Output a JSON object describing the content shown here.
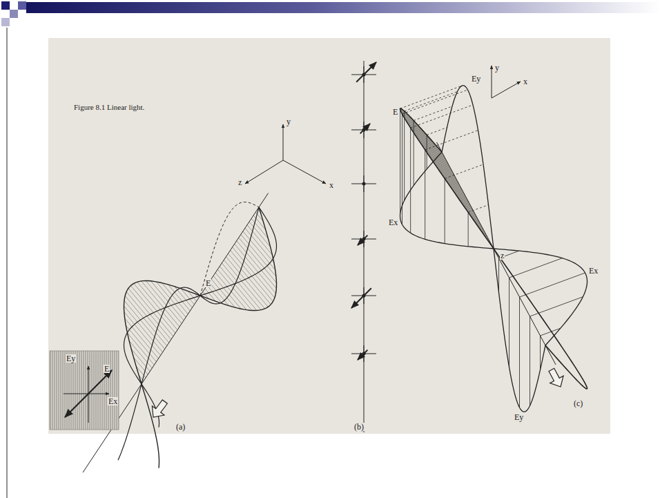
{
  "diagram": {
    "caption": "Figure 8.1 Linear light.",
    "labels": [
      "y",
      "x",
      "z",
      "E",
      "E",
      "Ey",
      "Ex",
      "(a)",
      "(b)",
      "y",
      "x",
      "E",
      "Ey",
      "Ex",
      "z",
      "Ex",
      "Ey",
      "(c)"
    ]
  }
}
